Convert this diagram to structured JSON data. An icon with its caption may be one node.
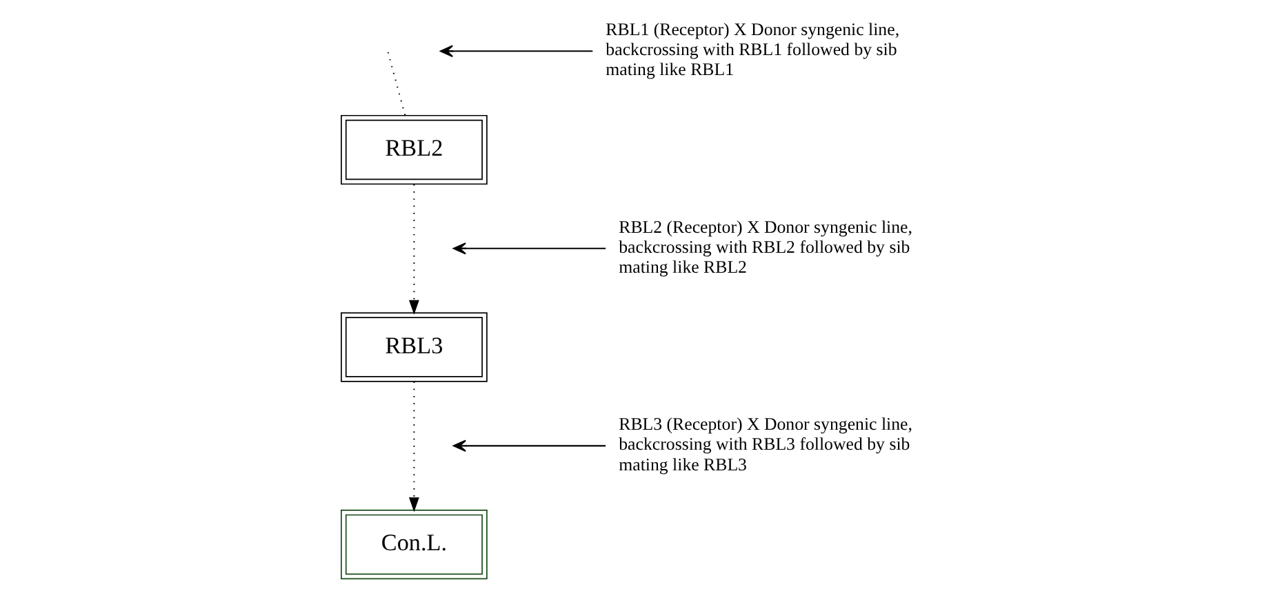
{
  "diagram": {
    "nodes": [
      {
        "text": [
          "RBL2"
        ]
      },
      {
        "text": [
          "RBL3"
        ]
      },
      {
        "text": [
          "Con.L."
        ]
      },
      {
        "text": [
          "RBL1 (Receptor) X Donor syngenic line, backcrossing with RBL1 followed by sib mating like RBL1"
        ]
      },
      {
        "text": [
          "RBL2 (Receptor) X Donor syngenic line, backcrossing with RBL2 followed by sib mating like RBL2"
        ]
      },
      {
        "text": [
          "RBL3 (Receptor) X Donor syngenic line, backcrossing with RBL3 followed by sib mating like RBL3"
        ]
      }
    ],
    "edges": [
      {
        "from": null,
        "to": 0,
        "arrow": "none",
        "style": "dashed"
      },
      {
        "from": 0,
        "to": 1,
        "arrow": "to",
        "style": "dashed"
      },
      {
        "from": 1,
        "to": 2,
        "arrow": "to",
        "style": "dashed"
      },
      {
        "from": 3,
        "to": null,
        "arrow": "to"
      },
      {
        "from": 4,
        "to": null,
        "arrow": "to"
      },
      {
        "from": 5,
        "to": null,
        "arrow": "to"
      }
    ]
  }
}
